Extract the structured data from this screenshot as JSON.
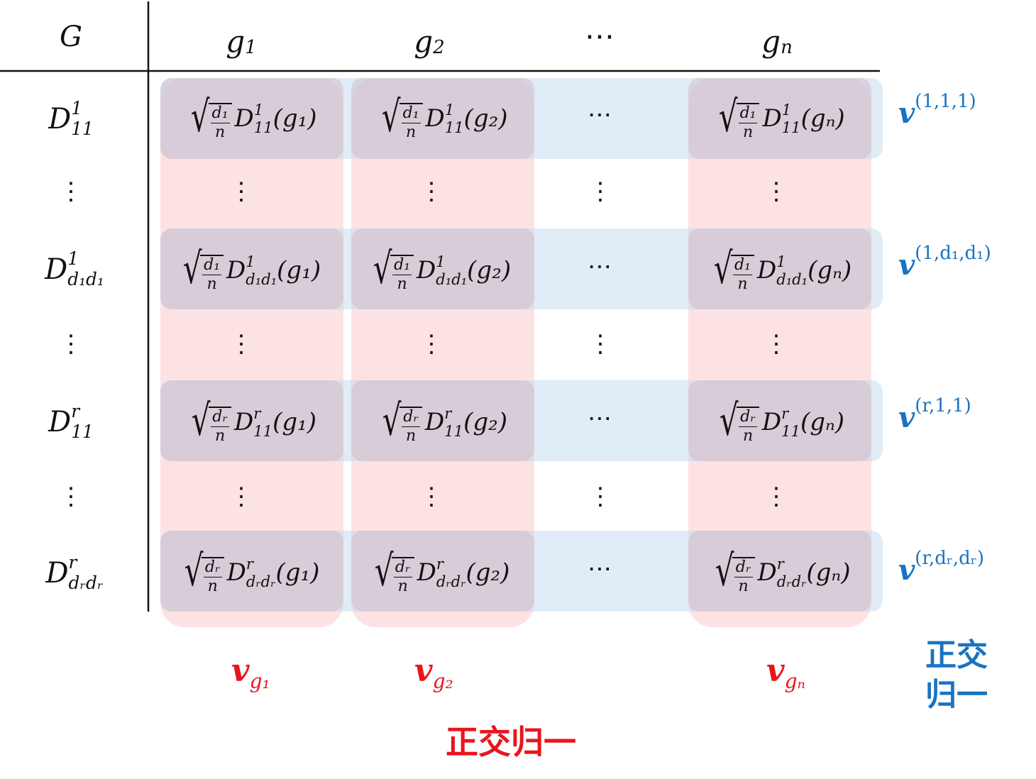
{
  "header": {
    "group": "G",
    "columns": [
      "g",
      "g",
      "⋯",
      "g"
    ],
    "column_subs": [
      "1",
      "2",
      "",
      "n"
    ]
  },
  "row_labels": [
    {
      "base": "D",
      "sup": "1",
      "sub": "11"
    },
    {
      "base": "D",
      "sup": "1",
      "sub": "d₁d₁"
    },
    {
      "base": "D",
      "sup": "r",
      "sub": "11"
    },
    {
      "base": "D",
      "sup": "r",
      "sub": "dᵣdᵣ"
    }
  ],
  "vdots": "⋮",
  "hdots": "⋯",
  "cells": {
    "r1": [
      {
        "num": "d₁",
        "den": "n",
        "base": "D",
        "sup": "1",
        "sub": "11",
        "arg": "(g₁)"
      },
      {
        "num": "d₁",
        "den": "n",
        "base": "D",
        "sup": "1",
        "sub": "11",
        "arg": "(g₂)"
      },
      {
        "num": "d₁",
        "den": "n",
        "base": "D",
        "sup": "1",
        "sub": "11",
        "arg": "(gₙ)"
      }
    ],
    "r2": [
      {
        "num": "d₁",
        "den": "n",
        "base": "D",
        "sup": "1",
        "sub": "d₁d₁",
        "arg": "(g₁)"
      },
      {
        "num": "d₁",
        "den": "n",
        "base": "D",
        "sup": "1",
        "sub": "d₁d₁",
        "arg": "(g₂)"
      },
      {
        "num": "d₁",
        "den": "n",
        "base": "D",
        "sup": "1",
        "sub": "d₁d₁",
        "arg": "(gₙ)"
      }
    ],
    "r3": [
      {
        "num": "dᵣ",
        "den": "n",
        "base": "D",
        "sup": "r",
        "sub": "11",
        "arg": "(g₁)"
      },
      {
        "num": "dᵣ",
        "den": "n",
        "base": "D",
        "sup": "r",
        "sub": "11",
        "arg": "(g₂)"
      },
      {
        "num": "dᵣ",
        "den": "n",
        "base": "D",
        "sup": "r",
        "sub": "11",
        "arg": "(gₙ)"
      }
    ],
    "r4": [
      {
        "num": "dᵣ",
        "den": "n",
        "base": "D",
        "sup": "r",
        "sub": "dᵣdᵣ",
        "arg": "(g₁)"
      },
      {
        "num": "dᵣ",
        "den": "n",
        "base": "D",
        "sup": "r",
        "sub": "dᵣdᵣ",
        "arg": "(g₂)"
      },
      {
        "num": "dᵣ",
        "den": "n",
        "base": "D",
        "sup": "r",
        "sub": "dᵣdᵣ",
        "arg": "(gₙ)"
      }
    ]
  },
  "row_vectors": [
    {
      "base": "v",
      "sup": "(1,1,1)"
    },
    {
      "base": "v",
      "sup": "(1,d₁,d₁)"
    },
    {
      "base": "v",
      "sup": "(r,1,1)"
    },
    {
      "base": "v",
      "sup": "(r,dᵣ,dᵣ)"
    }
  ],
  "column_vectors": [
    {
      "base": "v",
      "sub": "g₁"
    },
    {
      "base": "v",
      "sub": "g₂"
    },
    {
      "base": "v",
      "sub": "gₙ"
    }
  ],
  "labels": {
    "row_normalization_line1": "正交",
    "row_normalization_line2": "归一",
    "column_normalization": "正交归一"
  },
  "colors": {
    "row_band": "#e3eef8",
    "column_band": "#fde2e4",
    "overlap": "#e6d7de",
    "blue_text": "#1a73c1",
    "red_text": "#e8151e"
  }
}
